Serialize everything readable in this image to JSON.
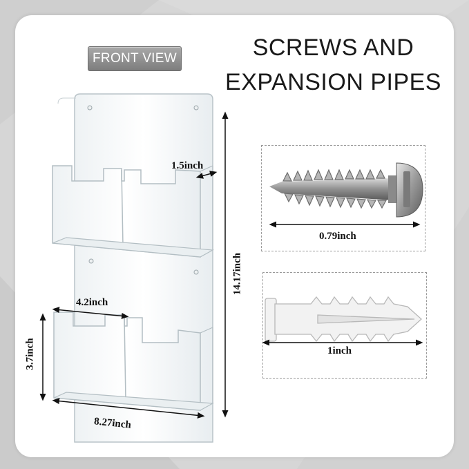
{
  "badge": {
    "label": "FRONT VIEW"
  },
  "heading": {
    "line1": "SCREWS AND",
    "line2": "EXPANSION PIPES"
  },
  "dimensions": {
    "depth": "1.5inch",
    "height_total": "14.17inch",
    "pocket_width": "4.2inch",
    "pocket_height": "3.7inch",
    "width_total": "8.27inch"
  },
  "screw": {
    "length": "0.79inch"
  },
  "anchor": {
    "length": "1inch"
  },
  "colors": {
    "background": "#d6d6d6",
    "card": "#ffffff",
    "badge": "#8f8f8f",
    "acrylic_edge": "#b9c3c8"
  }
}
